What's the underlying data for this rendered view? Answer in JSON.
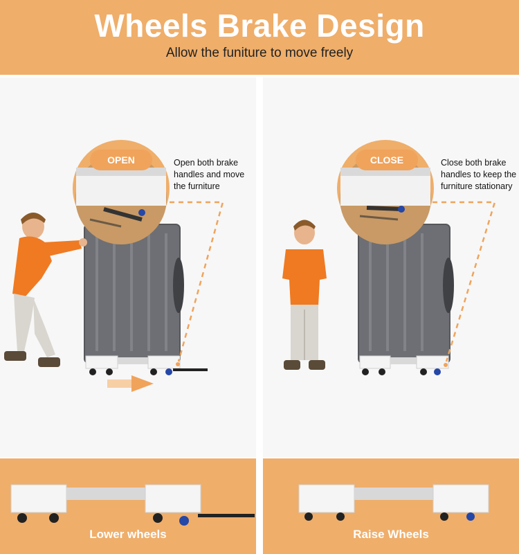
{
  "header": {
    "title": "Wheels Brake Design",
    "subtitle": "Allow the funiture to move freely"
  },
  "left_panel": {
    "badge": "OPEN",
    "note": "Open both brake handles and move the furniture",
    "bottom_label": "Lower wheels"
  },
  "right_panel": {
    "badge": "CLOSE",
    "note": "Close both brake handles to keep the furniture stationary",
    "bottom_label": "Raise Wheels"
  },
  "colors": {
    "accent": "#efae6a",
    "badge": "#f0a35b",
    "washer_body": "#6d6f74",
    "wheel_blue": "#2447a8"
  }
}
